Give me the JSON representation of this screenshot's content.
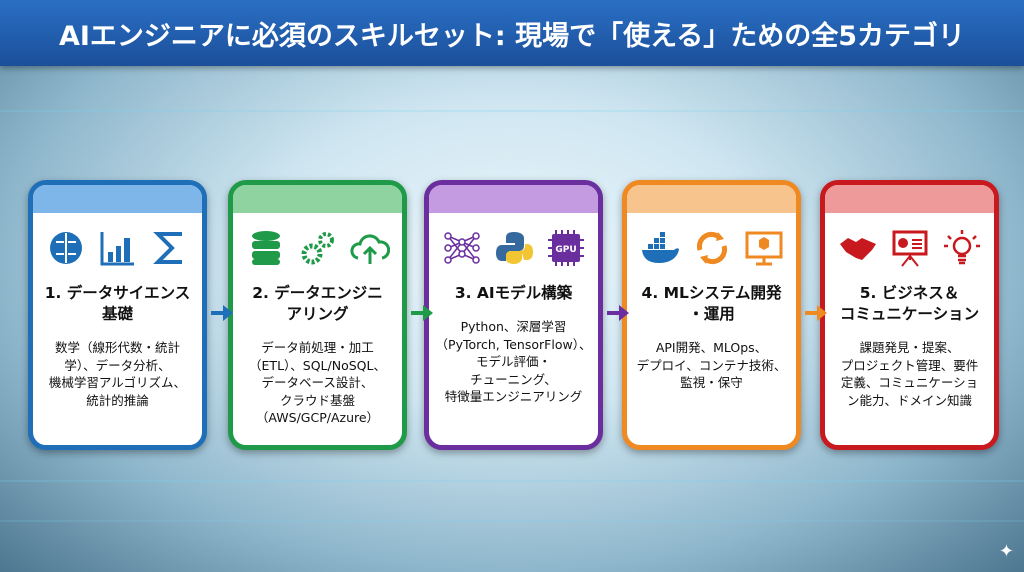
{
  "title": "AIエンジニアに必須のスキルセット: 現場で「使える」ための全5カテゴリ",
  "cards": [
    {
      "title": [
        "1. データサイエンス",
        "基礎"
      ],
      "desc": [
        "数学（線形代数・統計",
        "学）、データ分析、",
        "機械学習アルゴリズム、",
        "統計的推論"
      ],
      "color": "#1f6fb8",
      "band": "#7fb6ea",
      "icons": [
        "brain-icon",
        "bar-chart-icon",
        "sigma-icon"
      ]
    },
    {
      "title": [
        "2. データエンジニ",
        "アリング"
      ],
      "desc": [
        "データ前処理・加工",
        "（ETL）、SQL/NoSQL、",
        "データベース設計、",
        "クラウド基盤",
        "（AWS/GCP/Azure）"
      ],
      "color": "#1e9a48",
      "band": "#8fd3a0",
      "icons": [
        "database-icon",
        "gears-icon",
        "cloud-upload-icon"
      ]
    },
    {
      "title": [
        "3. AIモデル構築"
      ],
      "desc": [
        "Python、深層学習",
        "（PyTorch, TensorFlow）、",
        "モデル評価・",
        "チューニング、",
        "特徴量エンジニアリング"
      ],
      "color": "#6a2e9e",
      "band": "#c49be0",
      "icons": [
        "neural-network-icon",
        "python-icon",
        "gpu-icon"
      ],
      "gpu_label": "GPU"
    },
    {
      "title": [
        "4. MLシステム開発",
        "・運用"
      ],
      "desc": [
        "API開発、MLOps、",
        "デプロイ、コンテナ技術、",
        "監視・保守"
      ],
      "color": "#ef8a22",
      "band": "#f7c48d",
      "icons": [
        "docker-icon",
        "cycle-icon",
        "monitor-icon"
      ]
    },
    {
      "title": [
        "5. ビジネス＆",
        "コミュニケーション"
      ],
      "desc": [
        "課題発見・提案、",
        "プロジェクト管理、要件",
        "定義、コミュニケーショ",
        "ン能力、ドメイン知識"
      ],
      "color": "#c8191e",
      "band": "#ee9a9a",
      "icons": [
        "handshake-icon",
        "presentation-icon",
        "lightbulb-icon"
      ]
    }
  ]
}
